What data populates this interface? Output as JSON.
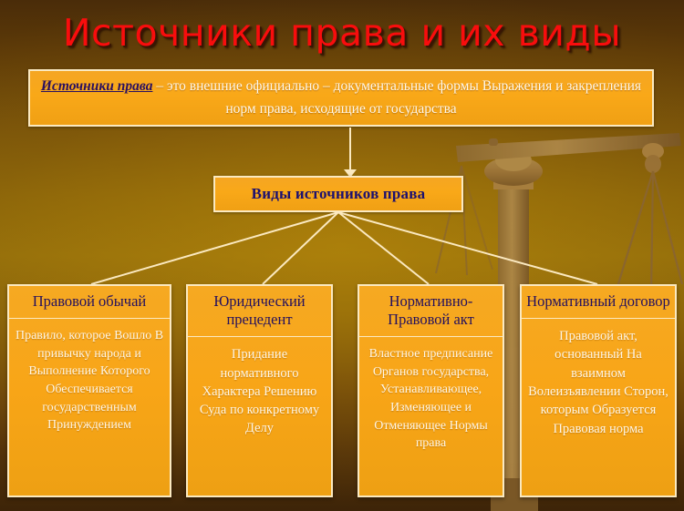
{
  "slide": {
    "title": "Источники права и их виды",
    "title_color": "#f80d0d",
    "background_color": "#8a650b",
    "panel_color": "#f8a517",
    "panel_border_color": "#fbe9c0"
  },
  "definition": {
    "term": "Источники права",
    "rest": " – это внешние официально – документальные формы Выражения и закрепления норм права, исходящие от государства"
  },
  "kinds": {
    "label": "Виды источников права"
  },
  "cards": [
    {
      "heading": "Правовой обычай",
      "body": "Правило, которое Вошло В привычку народа и Выполнение Которого Обеспечивается государственным Принуждением"
    },
    {
      "heading": "Юридический прецедент",
      "body": "Придание нормативного Характера Решению Суда по конкретному Делу"
    },
    {
      "heading": "Нормативно-Правовой акт",
      "body": "Властное предписание Органов государства, Устанавливающее, Изменяющее и Отменяющее Нормы права"
    },
    {
      "heading": "Нормативный договор",
      "body": "Правовой акт, основанный На взаимном Волеизъявлении Сторон, которым Образуется Правовая норма"
    }
  ],
  "decoration": {
    "scales_icon": "scales-of-justice",
    "arrow_icon": "down-arrow",
    "connector_icon": "fan-connector-lines"
  }
}
